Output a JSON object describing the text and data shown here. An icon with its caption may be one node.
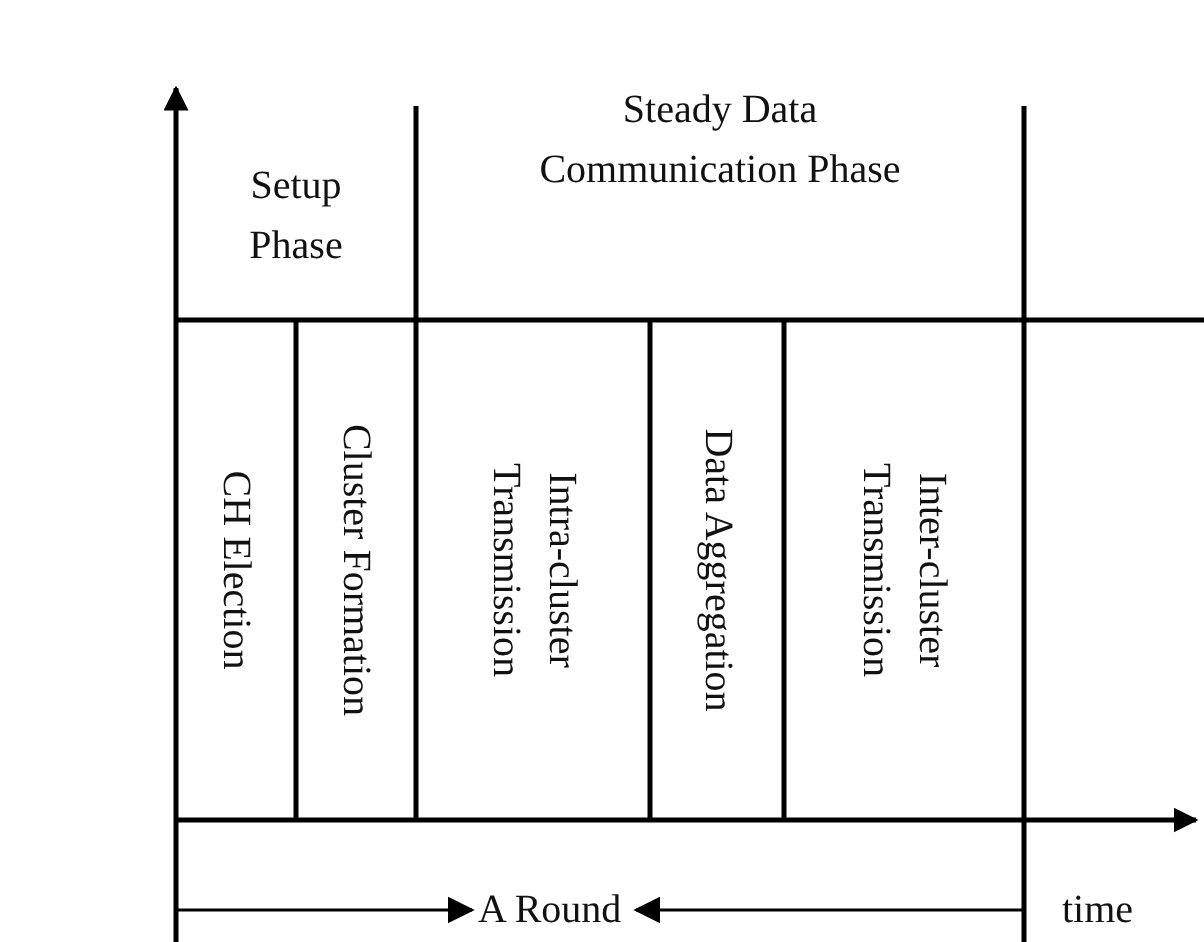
{
  "diagram": {
    "nodes": [
      {
        "text": [
          "Setup Phase"
        ]
      },
      {
        "text": [
          "Steady Data Communication Phase"
        ]
      },
      {
        "text": [
          "CH Election"
        ]
      },
      {
        "text": [
          "Cluster Formation"
        ]
      },
      {
        "text": [
          "Intra-cluster Transmission"
        ]
      },
      {
        "text": [
          "Data Aggregation"
        ]
      },
      {
        "text": [
          "Inter-cluster Transmission"
        ]
      }
    ],
    "edges": [],
    "labels": [
      "A Round",
      "time"
    ]
  }
}
